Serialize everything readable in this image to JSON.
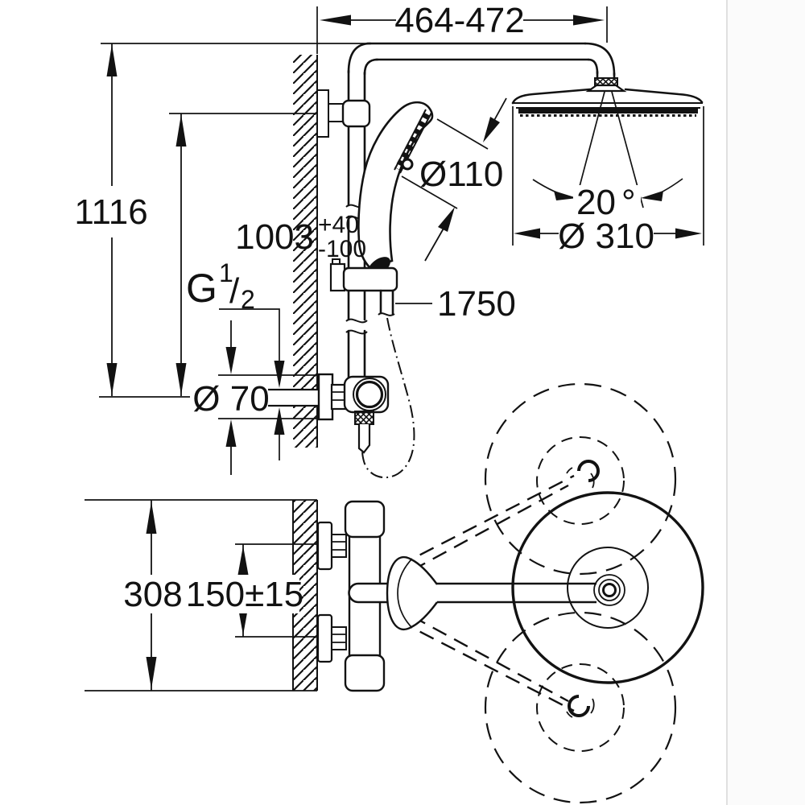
{
  "drawing": {
    "title": "shower-system-dimension-drawing",
    "views": {
      "side_view": "wall-mounted shower system with head shower, hand shower on rail, thermostatic valve",
      "top_view": "thermostat with swivel head shower arm shown in three positions"
    },
    "labels": {
      "top_width_range": "464-472",
      "total_height": "1116",
      "rail_height": "1003",
      "rail_height_tol_plus": "+40",
      "rail_height_tol_minus": "-100",
      "thread_letter": "G",
      "thread_num": "1",
      "thread_slash": "/",
      "thread_den": "2",
      "escutcheon_diameter": "Ø 70",
      "hand_shower_diameter": "Ø110",
      "hose_length": "1750",
      "head_tilt_angle": "20",
      "degree_sign": "°",
      "head_diameter": "Ø 310",
      "valve_overall_width": "308",
      "inlet_center_distance": "150±15"
    },
    "colors": {
      "ink": "#121212",
      "paper": "#ffffff",
      "page_edge": "#e0e0e0"
    }
  }
}
